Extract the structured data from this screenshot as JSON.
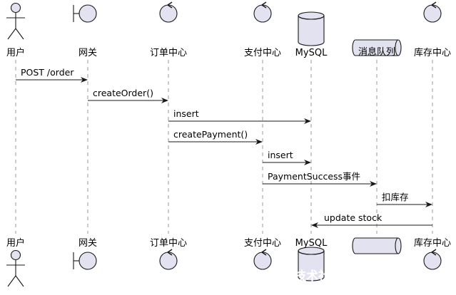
{
  "participants": [
    {
      "id": "user",
      "label": "用户",
      "kind": "actor"
    },
    {
      "id": "gateway",
      "label": "网关",
      "kind": "boundary"
    },
    {
      "id": "order",
      "label": "订单中心",
      "kind": "control"
    },
    {
      "id": "payment",
      "label": "支付中心",
      "kind": "control"
    },
    {
      "id": "mysql",
      "label": "MySQL",
      "kind": "database"
    },
    {
      "id": "mq",
      "label": "消息队列",
      "kind": "queue"
    },
    {
      "id": "stock",
      "label": "库存中心",
      "kind": "control"
    }
  ],
  "messages": [
    {
      "from": "user",
      "to": "gateway",
      "label": "POST /order"
    },
    {
      "from": "gateway",
      "to": "order",
      "label": "createOrder()"
    },
    {
      "from": "order",
      "to": "mysql",
      "label": "insert"
    },
    {
      "from": "order",
      "to": "payment",
      "label": "createPayment()"
    },
    {
      "from": "payment",
      "to": "mysql",
      "label": "insert"
    },
    {
      "from": "payment",
      "to": "mq",
      "label": "PaymentSuccess事件"
    },
    {
      "from": "mq",
      "to": "stock",
      "label": "扣库存"
    },
    {
      "from": "stock",
      "to": "mysql",
      "label": "update stock"
    }
  ],
  "watermark": "掘金技术社区 @ 哈里谢顿",
  "colors": {
    "line": "#181818",
    "lifeline": "#9a9a9a",
    "fill": "#e2e2f0",
    "watermark": "#ffffff"
  }
}
